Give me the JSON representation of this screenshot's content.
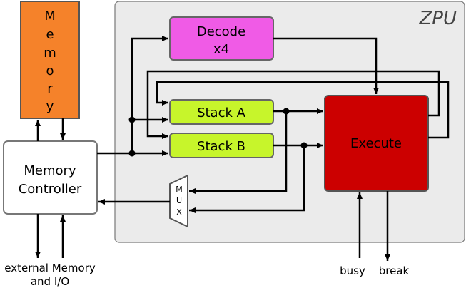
{
  "diagram": {
    "zpu_label": "ZPU",
    "memory_letters": [
      "M",
      "e",
      "m",
      "o",
      "r",
      "y"
    ],
    "memory_controller": [
      "Memory",
      "Controller"
    ],
    "decode": [
      "Decode",
      "x4"
    ],
    "stack_a": "Stack A",
    "stack_b": "Stack B",
    "execute": "Execute",
    "mux_letters": [
      "M",
      "U",
      "X"
    ],
    "external": [
      "external Memory",
      "and I/O"
    ],
    "busy": "busy",
    "break": "break"
  },
  "colors": {
    "memory": "#f5822a",
    "decode": "#f05be6",
    "stack": "#c7f52b",
    "execute": "#cc0000",
    "zpu_bg": "#ebebeb",
    "outline": "#555555"
  }
}
